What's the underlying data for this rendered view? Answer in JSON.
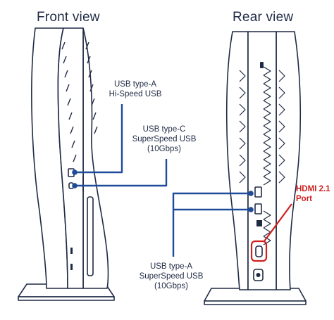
{
  "front": {
    "title": "Front view"
  },
  "rear": {
    "title": "Rear view"
  },
  "labels": {
    "usb_a_hispeed": {
      "line1": "USB type-A",
      "line2": "Hi-Speed USB"
    },
    "usb_c_superspeed": {
      "line1": "USB type-C",
      "line2": "SuperSpeed USB",
      "line3": "(10Gbps)"
    },
    "usb_a_superspeed": {
      "line1": "USB type-A",
      "line2": "SuperSpeed USB",
      "line3": "(10Gbps)"
    },
    "hdmi": {
      "line1": "HDMI 2.1",
      "line2": "Port"
    }
  },
  "colors": {
    "outline": "#1f2a44",
    "callout": "#1e4b9a",
    "highlight": "#d11f1f"
  }
}
